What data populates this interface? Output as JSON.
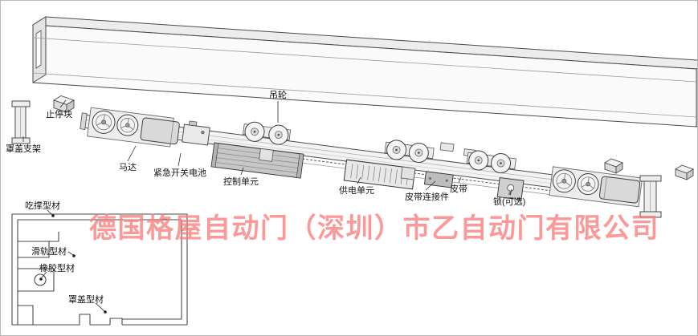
{
  "diagram": {
    "part_labels": {
      "hanging_wheel": "吊轮",
      "stop_block": "止停块",
      "cover_bracket": "罩盖支架",
      "motor": "马达",
      "emergency_switch_battery": "紧急开关电池",
      "control_unit": "控制单元",
      "power_supply_unit": "供电单元",
      "belt_connector": "皮带连接件",
      "belt": "皮带",
      "lock_optional": "锁(可选)"
    },
    "profile_labels": {
      "support_profile": "吃撑型材",
      "rail_profile": "滑轨型材",
      "rubber_profile": "橡胶型材",
      "cover_profile": "罩盖型材"
    },
    "watermark": {
      "text": "德国格屋自动门（深圳）市乙自动门有限公司",
      "color": "#fa7d7d"
    }
  }
}
